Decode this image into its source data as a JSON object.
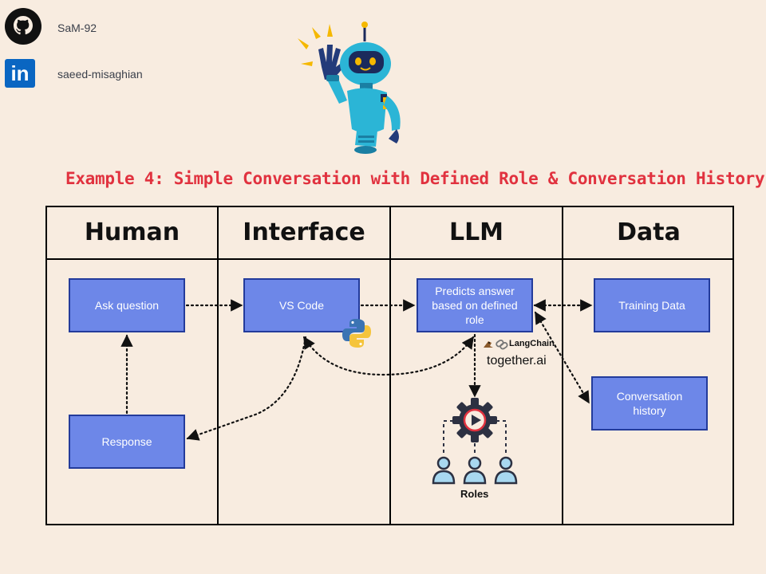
{
  "profile": {
    "github_handle": "SaM-92",
    "linkedin_handle": "saeed-misaghian",
    "linkedin_logo_text": "in"
  },
  "title": "Example 4: Simple Conversation with Defined Role & Conversation History",
  "columns": [
    "Human",
    "Interface",
    "LLM",
    "Data"
  ],
  "nodes": {
    "ask_question": "Ask question",
    "response": "Response",
    "vs_code": "VS Code",
    "predicts": "Predicts answer based on defined role",
    "training_data": "Training Data",
    "conversation_history": "Conversation history"
  },
  "labels": {
    "langchain": "LangChain",
    "together_ai": "together.ai",
    "roles": "Roles"
  },
  "colors": {
    "background": "#f8ece0",
    "box_fill": "#6d87e8",
    "box_border": "#233b9b",
    "title": "#e1323f",
    "robot_body": "#2bb5d6"
  }
}
